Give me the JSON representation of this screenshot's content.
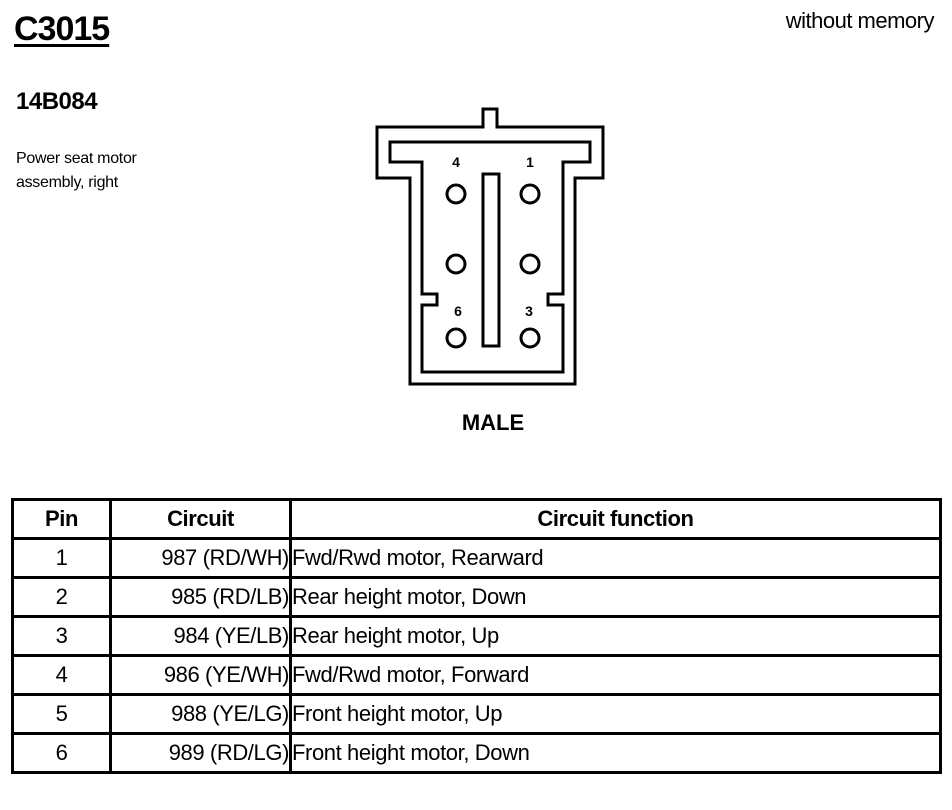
{
  "header": {
    "connector_id": "C3015",
    "variant_note": "without memory",
    "part_number": "14B084",
    "description": "Power seat motor assembly, right"
  },
  "connector": {
    "gender": "MALE",
    "pin_labels": [
      "4",
      "1",
      "6",
      "3"
    ]
  },
  "table": {
    "headers": {
      "pin": "Pin",
      "circuit": "Circuit",
      "function": "Circuit function"
    },
    "rows": [
      {
        "pin": "1",
        "circuit": "987 (RD/WH)",
        "function": "Fwd/Rwd motor, Rearward"
      },
      {
        "pin": "2",
        "circuit": "985 (RD/LB)",
        "function": "Rear height motor, Down"
      },
      {
        "pin": "3",
        "circuit": "984 (YE/LB)",
        "function": "Rear height motor, Up"
      },
      {
        "pin": "4",
        "circuit": "986 (YE/WH)",
        "function": "Fwd/Rwd motor, Forward"
      },
      {
        "pin": "5",
        "circuit": "988 (YE/LG)",
        "function": "Front height motor, Up"
      },
      {
        "pin": "6",
        "circuit": "989 (RD/LG)",
        "function": "Front height motor, Down"
      }
    ]
  }
}
